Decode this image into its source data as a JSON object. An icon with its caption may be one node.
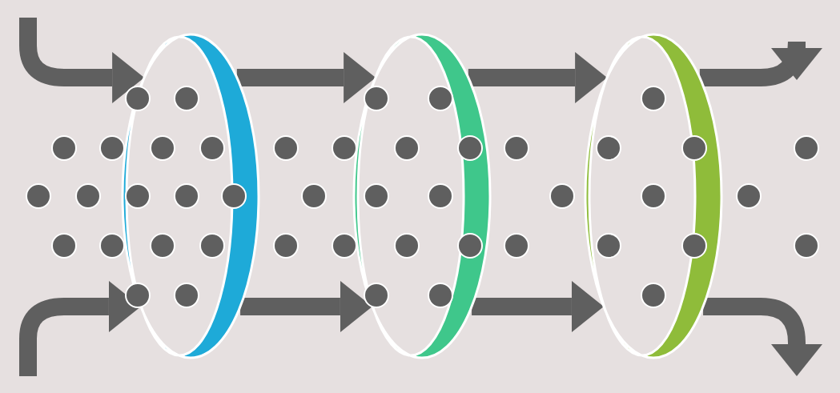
{
  "diagram": {
    "nodes": [
      {
        "text": [],
        "shape": "ellipse"
      },
      {
        "text": [],
        "shape": "ellipse"
      },
      {
        "text": [],
        "shape": "ellipse"
      }
    ],
    "edges": [
      {
        "from": null,
        "to": 0,
        "arrow": "to"
      },
      {
        "from": null,
        "to": 0,
        "arrow": "to"
      },
      {
        "from": 0,
        "to": 1,
        "arrow": "to"
      },
      {
        "from": 0,
        "to": 1,
        "arrow": "to"
      },
      {
        "from": 1,
        "to": 2,
        "arrow": "to"
      },
      {
        "from": 1,
        "to": 2,
        "arrow": "to"
      },
      {
        "from": 2,
        "to": null,
        "arrow": "to"
      },
      {
        "from": 2,
        "to": null,
        "arrow": "to"
      }
    ]
  }
}
